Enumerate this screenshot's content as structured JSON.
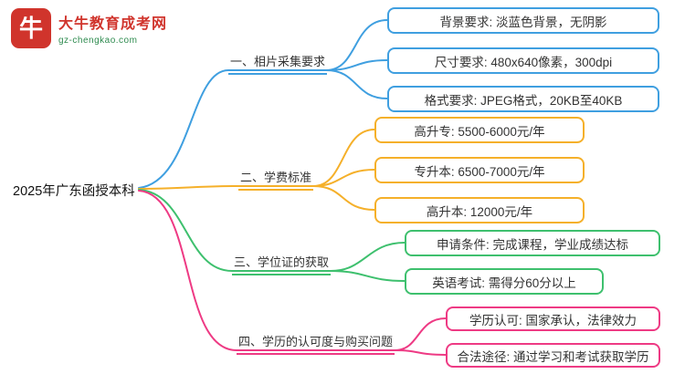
{
  "logo": {
    "title": "大牛教育成考网",
    "subtitle": "gz-chengkao.com",
    "icon": "牛",
    "brand_color": "#d0342c",
    "subtitle_color": "#2e8b4f"
  },
  "root": {
    "label": "2025年广东函授本科"
  },
  "branches": [
    {
      "label": "一、相片采集要求",
      "color": "#3f9fe0",
      "leaves": [
        "背景要求: 淡蓝色背景，无阴影",
        "尺寸要求: 480x640像素，300dpi",
        "格式要求: JPEG格式，20KB至40KB"
      ]
    },
    {
      "label": "二、学费标准",
      "color": "#f5b02a",
      "leaves": [
        "高升专: 5500-6000元/年",
        "专升本: 6500-7000元/年",
        "高升本: 12000元/年"
      ]
    },
    {
      "label": "三、学位证的获取",
      "color": "#3ec06e",
      "leaves": [
        "申请条件: 完成课程，学业成绩达标",
        "英语考试: 需得分60分以上"
      ]
    },
    {
      "label": "四、学历的认可度与购买问题",
      "color": "#ee3a84",
      "leaves": [
        "学历认可: 国家承认，法律效力",
        "合法途径: 通过学习和考试获取学历"
      ]
    }
  ]
}
